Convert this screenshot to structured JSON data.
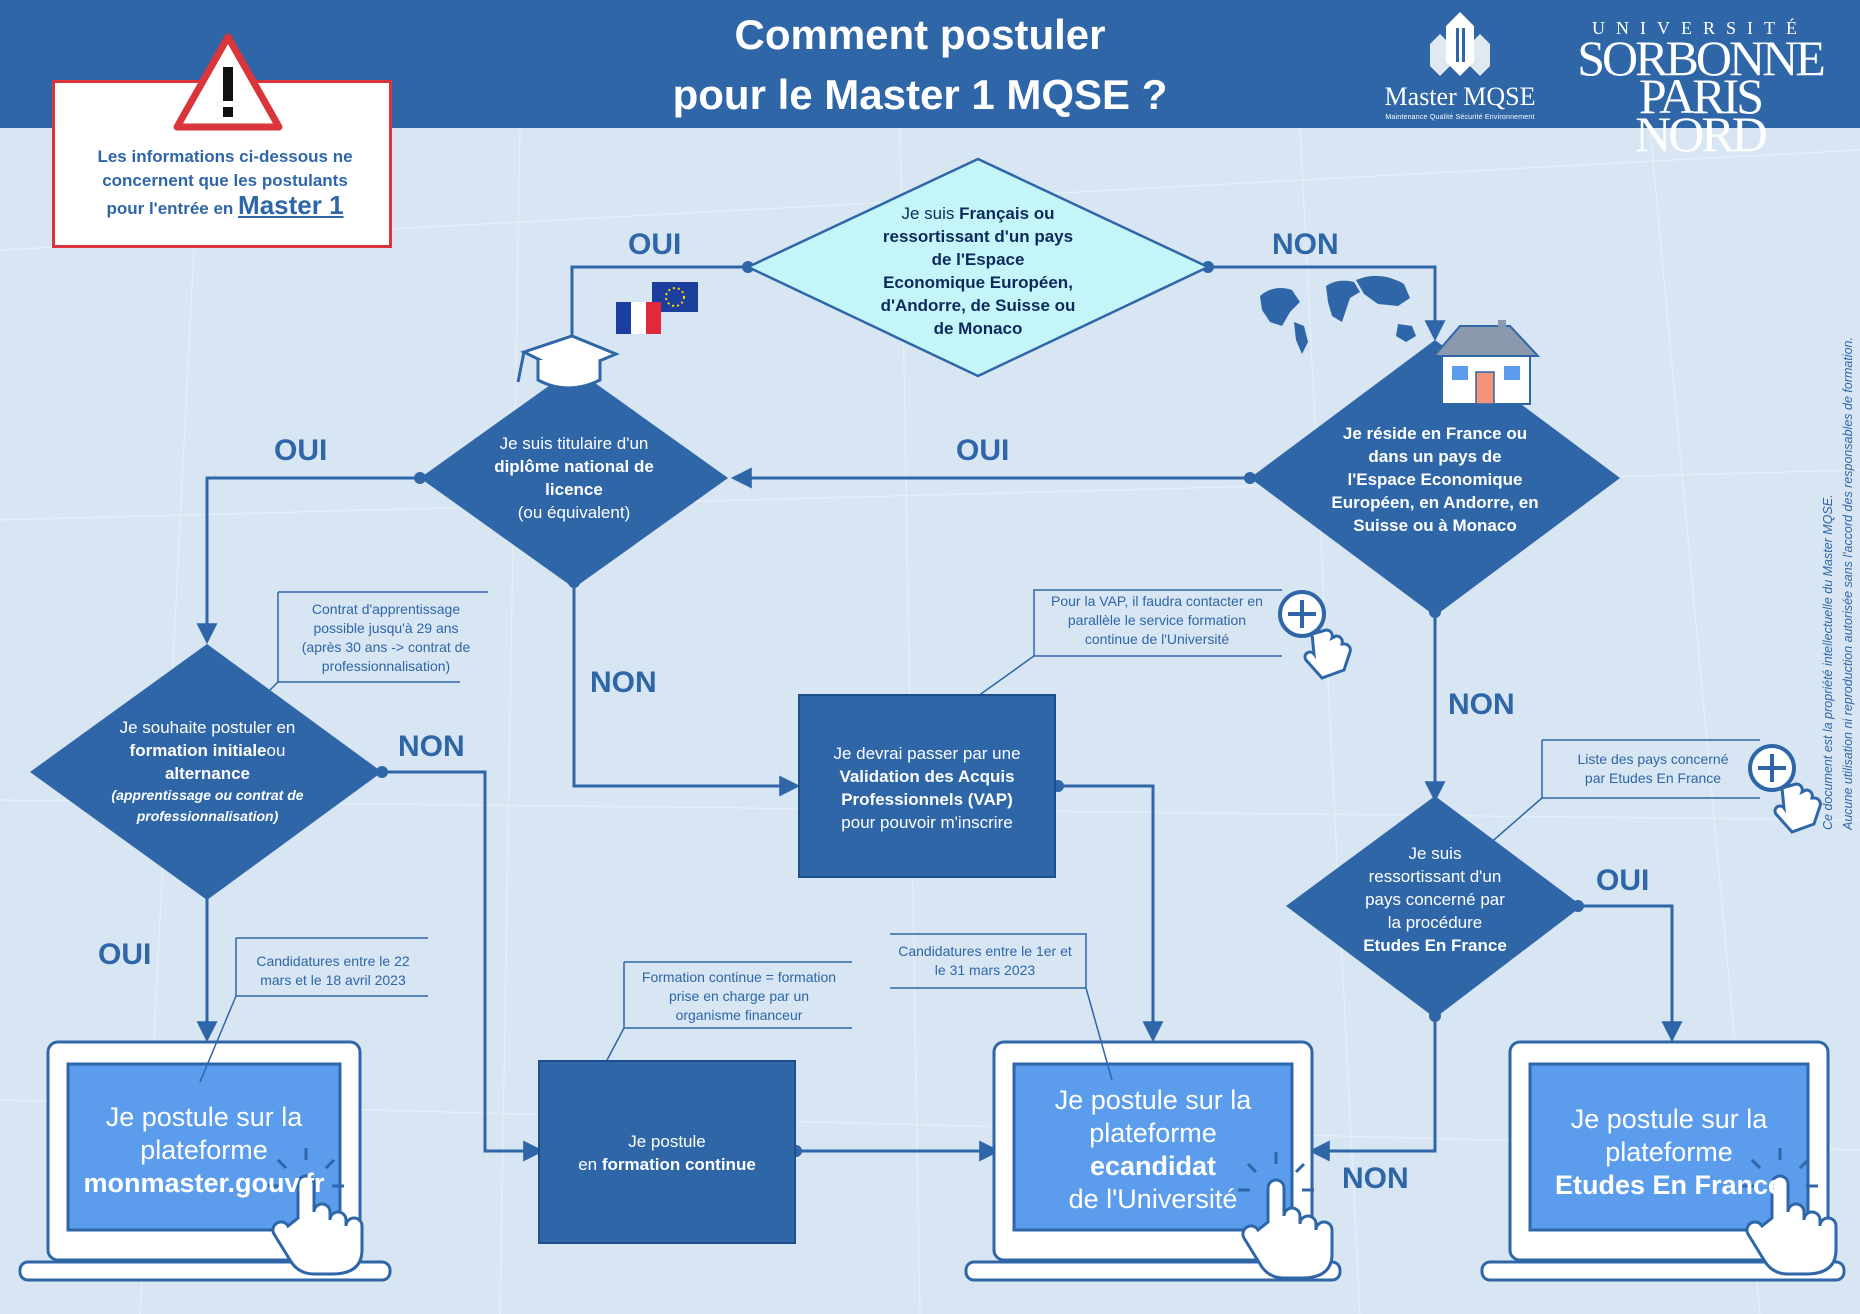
{
  "header": {
    "title_line1": "Comment postuler",
    "title_line2": "pour le Master 1 MQSE ?",
    "logo_mqse_name": "Master MQSE",
    "logo_mqse_sub": "Maintenance Qualité Sécurité Environnement",
    "logo_usp_top": "UNIVERSITÉ",
    "logo_usp_line1": "SORBONNE",
    "logo_usp_line2": "PARIS NORD"
  },
  "warning": {
    "line1": "Les informations ci-dessous ne",
    "line2": "concernent que les postulants",
    "line3": "pour l'entrée en",
    "highlight": "Master 1"
  },
  "decisions": {
    "citizenship": {
      "prefix": "Je suis",
      "bold1": "Français ou",
      "bold2": "ressortissant d'un pays",
      "bold3": "de l'Espace",
      "bold4": "Economique Européen,",
      "bold5": "d'Andorre, de Suisse ou",
      "bold6": "de Monaco"
    },
    "degree": {
      "line1": "Je suis titulaire d'un",
      "bold1": "diplôme national de",
      "bold2": "licence",
      "line4": "(ou équivalent)"
    },
    "residence": {
      "prefix": "Je",
      "bold1": "réside en France ou",
      "bold2": "dans un pays de",
      "bold3": "l'Espace Economique",
      "bold4": "Européen, en Andorre, en",
      "bold5": "Suisse ou à Monaco"
    },
    "formation": {
      "line1": "Je souhaite postuler en",
      "bold1": "formation initiale",
      "mid": "ou",
      "bold2": "alternance",
      "italic1": "(apprentissage ou contrat de",
      "italic2": "professionnalisation)"
    },
    "eef": {
      "line1": "Je suis",
      "line2": "ressortissant d'un",
      "line3": "pays concerné par",
      "line4": "la procédure",
      "bold1": "Etudes En France"
    }
  },
  "labels": {
    "oui": "OUI",
    "non": "NON"
  },
  "boxes": {
    "vap": {
      "line1": "Je devrai passer par une",
      "bold1": "Validation des Acquis",
      "bold2": "Professionnels (VAP)",
      "line4": "pour pouvoir m'inscrire"
    },
    "continue": {
      "line1": "Je postule",
      "prefix": "en",
      "bold1": "formation continue"
    }
  },
  "laptops": {
    "monmaster": {
      "line1": "Je postule sur la",
      "line2": "plateforme",
      "bold": "monmaster.gouv.fr",
      "line4": ""
    },
    "ecandidat": {
      "line1": "Je postule sur la",
      "line2": "plateforme",
      "bold": "ecandidat",
      "line4": "de l'Université"
    },
    "eef": {
      "line1": "Je postule sur la",
      "line2": "plateforme",
      "bold": "Etudes En France",
      "line4": ""
    }
  },
  "notes": {
    "apprentissage": [
      "Contrat d'apprentissage",
      "possible jusqu'à 29 ans",
      "(après 30 ans -> contrat de",
      "professionnalisation)"
    ],
    "vap": [
      "Pour la VAP, il faudra contacter en",
      "parallèle le service formation",
      "continue de l'Université"
    ],
    "pays": [
      "Liste des pays concerné",
      "par Etudes En France"
    ],
    "monmaster_dates": [
      "Candidatures entre le 22",
      "mars et le 18 avril 2023"
    ],
    "continue_def": [
      "Formation continue = formation",
      "prise en charge par un",
      "organisme financeur"
    ],
    "ecandidat_dates": [
      "Candidatures entre le 1er et",
      "le 31 mars 2023"
    ]
  },
  "side_text": {
    "line1": "Ce document est la propriété intellectuelle du Master MQSE.",
    "line2": "Aucune utilisation ni reproduction autorisée sans l'accord des responsables de formation."
  },
  "colors": {
    "header": "#2e66a8",
    "diamond": "#2e66a8",
    "diamond_light": "#c4f5f8",
    "background": "#d7e6f2",
    "screen": "#5b9cec",
    "warning_border": "#d9353a"
  },
  "icons": [
    "warning-icon",
    "flag-france-icon",
    "flag-eu-icon",
    "world-map-icon",
    "graduation-cap-icon",
    "house-icon",
    "plus-hand-icon",
    "pointer-hand-icon"
  ]
}
